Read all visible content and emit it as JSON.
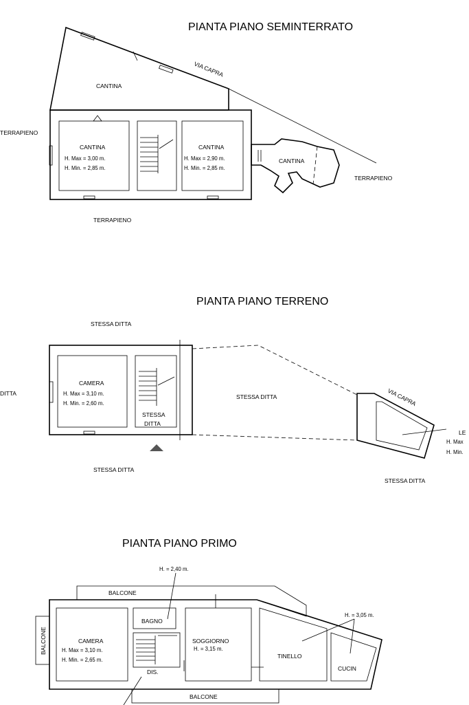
{
  "floors": {
    "basement": {
      "title": "PIANTA PIANO SEMINTERRATO",
      "street": "VIA CAPRA",
      "fill_left": "TERRAPIENO",
      "fill_right": "TERRAPIENO",
      "fill_bottom": "TERRAPIENO",
      "rooms": {
        "top": {
          "name": "CANTINA"
        },
        "left": {
          "name": "CANTINA",
          "hmax": "H. Max = 3,00 m.",
          "hmin": "H. Min. = 2,85 m."
        },
        "middle": {
          "name": "CANTINA",
          "hmax": "H. Max = 2,90 m.",
          "hmin": "H. Min. = 2,85 m."
        },
        "right": {
          "name": "CANTINA"
        }
      }
    },
    "ground": {
      "title": "PIANTA PIANO TERRENO",
      "street": "VIA CAPRA",
      "neighbour_top": "STESSA DITTA",
      "neighbour_left": "DITTA",
      "neighbour_center": "STESSA DITTA",
      "neighbour_bottom_left": "STESSA DITTA",
      "neighbour_bottom_right": "STESSA DITTA",
      "stair_label_1": "STESSA",
      "stair_label_2": "DITTA",
      "right_room": {
        "name": "LE",
        "hmax": "H. Max",
        "hmin": "H. Min."
      },
      "rooms": {
        "camera": {
          "name": "CAMERA",
          "hmax": "H. Max = 3,10 m.",
          "hmin": "H. Min. = 2,60 m."
        }
      }
    },
    "first": {
      "title": "PIANTA PIANO PRIMO",
      "height_top": "H. = 2,40 m.",
      "height_right": "H. = 3,05 m.",
      "balcone_top": "BALCONE",
      "balcone_left": "BALCONE",
      "balcone_bottom": "BALCONE",
      "rooms": {
        "camera": {
          "name": "CAMERA",
          "hmax": "H. Max = 3,10 m.",
          "hmin": "H. Min. = 2,65 m."
        },
        "bagno": {
          "name": "BAGNO"
        },
        "soggiorno": {
          "name": "SOGGIORNO",
          "h": "H. = 3,15 m."
        },
        "tinello": {
          "name": "TINELLO"
        },
        "cucina": {
          "name": "CUCIN"
        },
        "dis": {
          "name": "DIS."
        }
      }
    }
  }
}
